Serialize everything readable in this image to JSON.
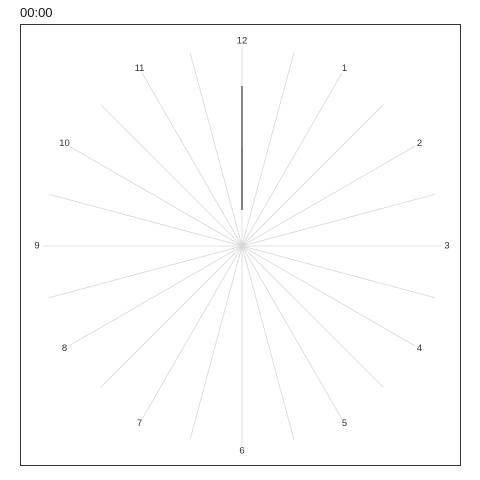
{
  "time_readout": "00:00",
  "clock": {
    "hour_labels": [
      "12",
      "1",
      "2",
      "3",
      "4",
      "5",
      "6",
      "7",
      "8",
      "9",
      "10",
      "11"
    ],
    "radial_line_count": 24,
    "colors": {
      "radial_line": "#d8d8d8",
      "hand": "#555555",
      "frame_border": "#333333",
      "label": "#333333"
    }
  }
}
